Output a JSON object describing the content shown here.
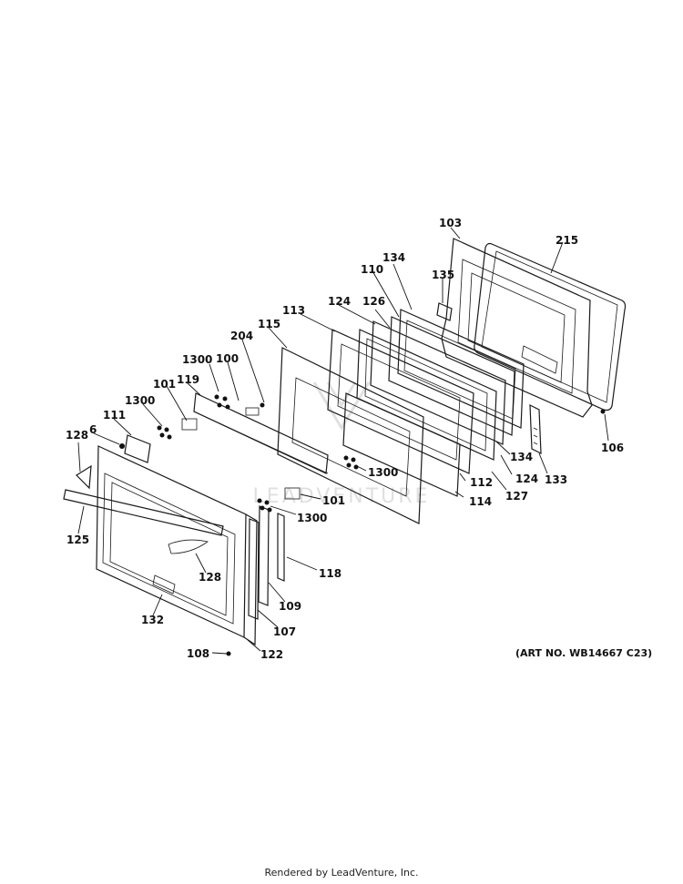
{
  "labels": [
    {
      "id": "103",
      "text": "103"
    },
    {
      "id": "215",
      "text": "215"
    },
    {
      "id": "134a",
      "text": "134"
    },
    {
      "id": "110",
      "text": "110"
    },
    {
      "id": "135",
      "text": "135"
    },
    {
      "id": "124a",
      "text": "124"
    },
    {
      "id": "126",
      "text": "126"
    },
    {
      "id": "113",
      "text": "113"
    },
    {
      "id": "115",
      "text": "115"
    },
    {
      "id": "204",
      "text": "204"
    },
    {
      "id": "1300a",
      "text": "1300"
    },
    {
      "id": "100",
      "text": "100"
    },
    {
      "id": "101a",
      "text": "101"
    },
    {
      "id": "119",
      "text": "119"
    },
    {
      "id": "1300b",
      "text": "1300"
    },
    {
      "id": "111",
      "text": "111"
    },
    {
      "id": "6",
      "text": "6"
    },
    {
      "id": "128a",
      "text": "128"
    },
    {
      "id": "106",
      "text": "106"
    },
    {
      "id": "134b",
      "text": "134"
    },
    {
      "id": "133",
      "text": "133"
    },
    {
      "id": "124b",
      "text": "124"
    },
    {
      "id": "127",
      "text": "127"
    },
    {
      "id": "112",
      "text": "112"
    },
    {
      "id": "114",
      "text": "114"
    },
    {
      "id": "1300c",
      "text": "1300"
    },
    {
      "id": "101b",
      "text": "101"
    },
    {
      "id": "1300d",
      "text": "1300"
    },
    {
      "id": "118",
      "text": "118"
    },
    {
      "id": "125",
      "text": "125"
    },
    {
      "id": "128b",
      "text": "128"
    },
    {
      "id": "109",
      "text": "109"
    },
    {
      "id": "107",
      "text": "107"
    },
    {
      "id": "132",
      "text": "132"
    },
    {
      "id": "108",
      "text": "108"
    },
    {
      "id": "122",
      "text": "122"
    }
  ],
  "art_number": "(ART NO. WB14667 C23)",
  "watermark": "LEADVENTURE",
  "footer": "Rendered by LeadVenture, Inc."
}
